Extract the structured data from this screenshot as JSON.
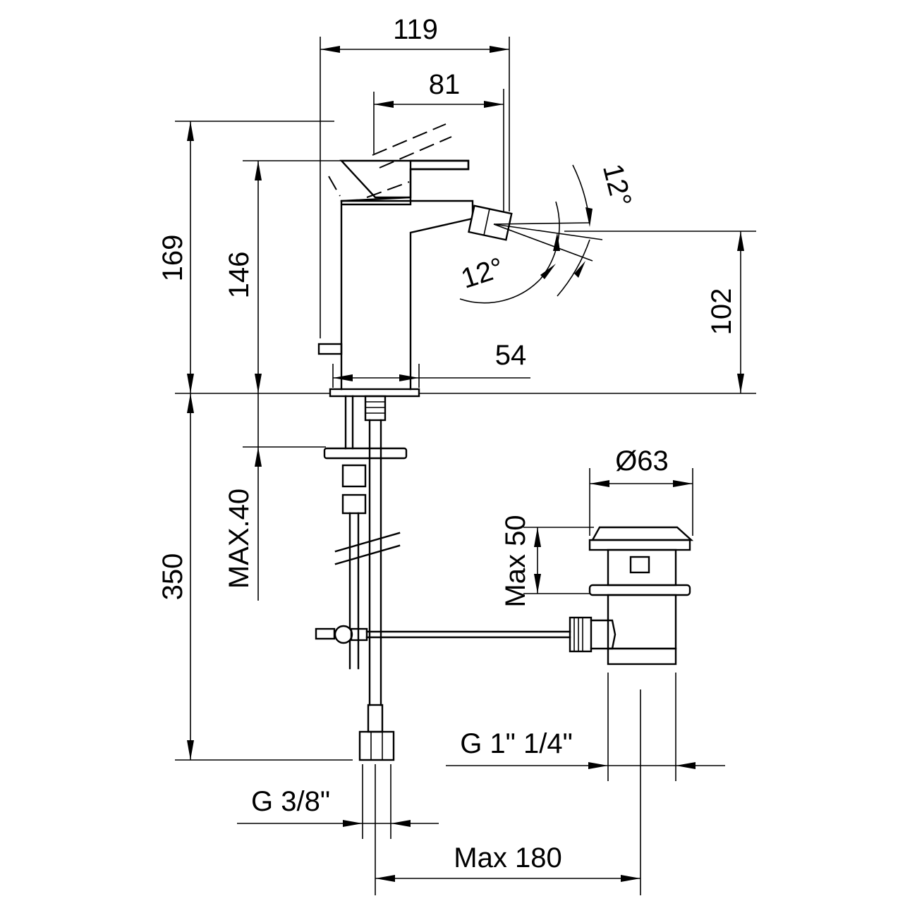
{
  "drawing": {
    "background": "#ffffff",
    "line_color": "#000000"
  },
  "dimensions": {
    "width_119": "119",
    "width_81": "81",
    "height_169": "169",
    "height_146": "146",
    "height_102": "102",
    "length_54": "54",
    "angle_upper": "12°",
    "angle_lower": "12°",
    "length_350": "350",
    "max_40": "MAX.40",
    "diameter_63": "Ø63",
    "max_50": "Max 50",
    "thread_waste": "G 1\" 1/4\"",
    "thread_supply": "G 3/8\"",
    "max_180": "Max 180"
  }
}
